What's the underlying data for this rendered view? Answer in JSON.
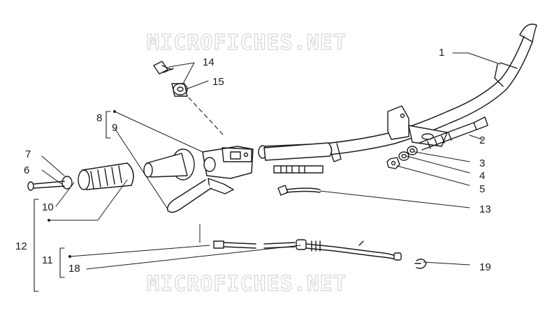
{
  "watermark": {
    "top": "MICROFICHES.NET",
    "bottom": "MICROFICHES.NET"
  },
  "callouts": [
    "1",
    "2",
    "3",
    "4",
    "5",
    "6",
    "7",
    "8",
    "9",
    "10",
    "11",
    "12",
    "13",
    "14",
    "15",
    "18",
    "19"
  ],
  "parts": {
    "handlebar": "handlebar-tube",
    "bolt": "clamp-bolt",
    "grip": "handlebar-grip",
    "lever": "brake-lever",
    "master_cylinder": "master-cylinder",
    "cable": "throttle-cable",
    "clip": "hose-clip"
  }
}
